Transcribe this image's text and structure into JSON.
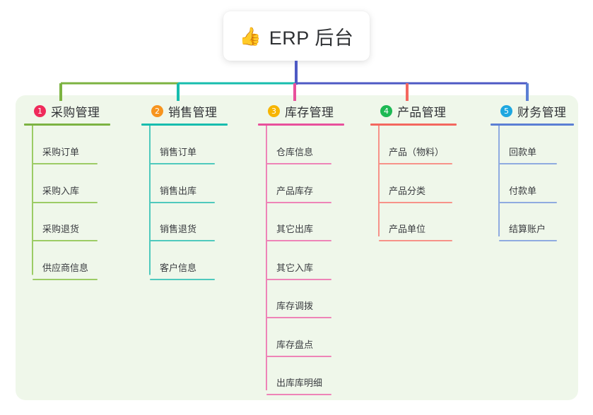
{
  "root": {
    "icon": "thumbs-up-icon",
    "icon_glyph": "👍",
    "title": "ERP 后台"
  },
  "palette": {
    "page_background": "#ffffff",
    "panel_background": "#eff7ea",
    "root_card_background": "#ffffff",
    "trunk_line": "#4e5ac4",
    "branch_1": "#7cb342",
    "branch_2": "#17bdae",
    "branch_3": "#e8509c",
    "branch_4": "#f4675f",
    "branch_5": "#5b7fd4",
    "badge_1": "#ef2b5b",
    "badge_2": "#f7941e",
    "badge_3": "#f7b500",
    "badge_4": "#1db954",
    "badge_5": "#1ea7e0"
  },
  "branches": [
    {
      "number": "1",
      "label": "采购管理",
      "badge_color": "#ef2b5b",
      "line_color": "#7cb342",
      "leaf_line_color": "#9ccc65",
      "items": [
        {
          "label": "采购订单"
        },
        {
          "label": "采购入库"
        },
        {
          "label": "采购退货"
        },
        {
          "label": "供应商信息"
        }
      ]
    },
    {
      "number": "2",
      "label": "销售管理",
      "badge_color": "#f7941e",
      "line_color": "#17bdae",
      "leaf_line_color": "#4fc9bd",
      "items": [
        {
          "label": "销售订单"
        },
        {
          "label": "销售出库"
        },
        {
          "label": "销售退货"
        },
        {
          "label": "客户信息"
        }
      ]
    },
    {
      "number": "3",
      "label": "库存管理",
      "badge_color": "#f7b500",
      "line_color": "#e8509c",
      "leaf_line_color": "#ee84b7",
      "items": [
        {
          "label": "仓库信息"
        },
        {
          "label": "产品库存"
        },
        {
          "label": "其它出库"
        },
        {
          "label": "其它入库"
        },
        {
          "label": "库存调拨"
        },
        {
          "label": "库存盘点"
        },
        {
          "label": "出库库明细"
        }
      ]
    },
    {
      "number": "4",
      "label": "产品管理",
      "badge_color": "#1db954",
      "line_color": "#f4675f",
      "leaf_line_color": "#f79289",
      "items": [
        {
          "label": "产品（物料）"
        },
        {
          "label": "产品分类"
        },
        {
          "label": "产品单位"
        }
      ]
    },
    {
      "number": "5",
      "label": "财务管理",
      "badge_color": "#1ea7e0",
      "line_color": "#5b7fd4",
      "leaf_line_color": "#8fabe0",
      "items": [
        {
          "label": "回款单"
        },
        {
          "label": "付款单"
        },
        {
          "label": "结算账户"
        }
      ]
    }
  ]
}
